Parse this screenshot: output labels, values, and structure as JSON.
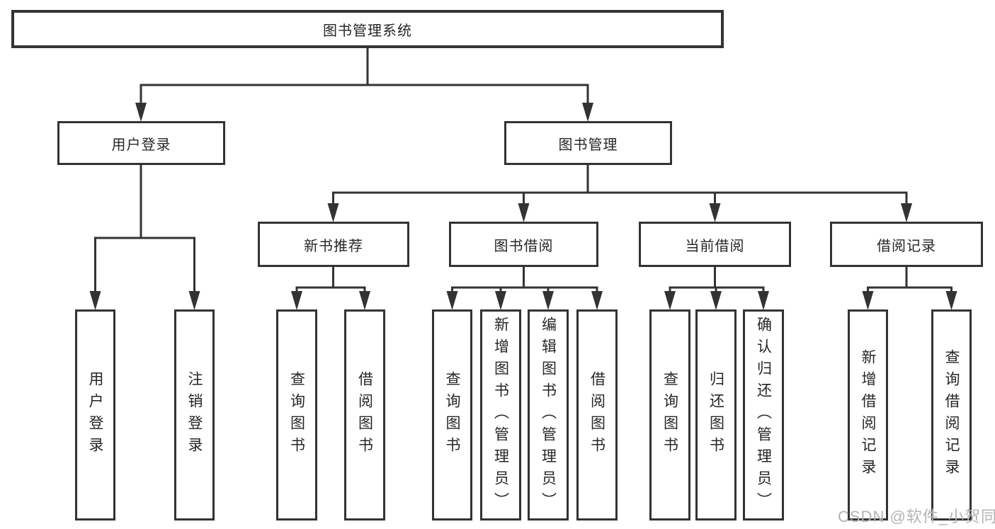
{
  "page": {
    "background": "#ffffff",
    "line_color": "#333333",
    "text_color": "#262626"
  },
  "watermark": {
    "text": "CSDN @软件_小贺同学",
    "color": "#b3b3b3"
  },
  "tree": {
    "root": {
      "label": "图书管理系统",
      "children": [
        {
          "label": "用户登录",
          "children": [
            {
              "label": "用户登录"
            },
            {
              "label": "注销登录"
            }
          ]
        },
        {
          "label": "图书管理",
          "children": [
            {
              "label": "新书推荐",
              "children": [
                {
                  "label": "查询图书"
                },
                {
                  "label": "借阅图书"
                }
              ]
            },
            {
              "label": "图书借阅",
              "children": [
                {
                  "label": "查询图书"
                },
                {
                  "label": "新增图书（管理员）"
                },
                {
                  "label": "编辑图书（管理员）"
                },
                {
                  "label": "借阅图书"
                }
              ]
            },
            {
              "label": "当前借阅",
              "children": [
                {
                  "label": "查询图书"
                },
                {
                  "label": "归还图书"
                },
                {
                  "label": "确认归还（管理员）"
                }
              ]
            },
            {
              "label": "借阅记录",
              "children": [
                {
                  "label": "新增借阅记录"
                },
                {
                  "label": "查询借阅记录"
                }
              ]
            }
          ]
        }
      ]
    }
  }
}
